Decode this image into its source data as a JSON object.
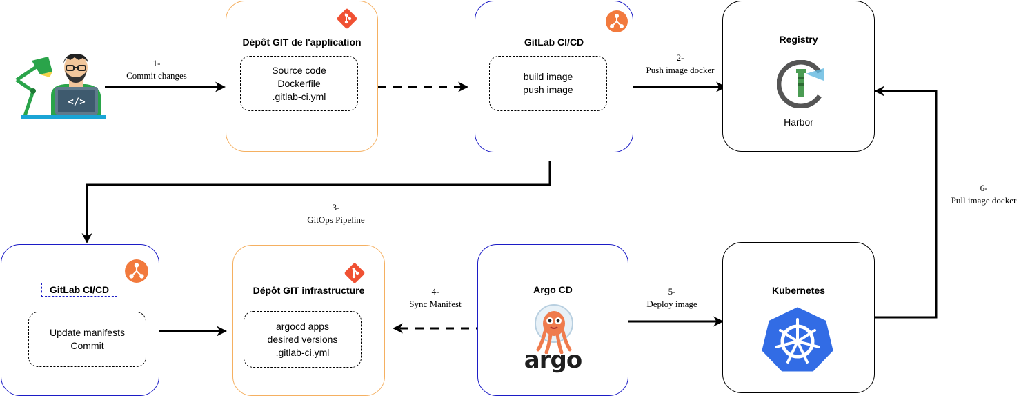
{
  "nodes": {
    "app_repo": {
      "title": "Dépôt GIT de l'application",
      "lines": [
        "Source code",
        "Dockerfile",
        ".gitlab-ci.yml"
      ]
    },
    "gitlab_ci_top": {
      "title": "GitLab CI/CD",
      "lines": [
        "build image",
        "push image"
      ]
    },
    "registry": {
      "title": "Registry",
      "caption": "Harbor"
    },
    "gitlab_ci_bottom": {
      "title": "GitLab CI/CD",
      "lines": [
        "Update manifests",
        "Commit"
      ]
    },
    "infra_repo": {
      "title": "Dépôt GIT infrastructure",
      "lines": [
        "argocd apps",
        "desired versions",
        ".gitlab-ci.yml"
      ]
    },
    "argocd": {
      "title": "Argo CD",
      "logo_text": "argo"
    },
    "kubernetes": {
      "title": "Kubernetes"
    }
  },
  "edges": [
    {
      "num": "1-",
      "label": "Commit changes"
    },
    {
      "num": "2-",
      "label": "Push image docker"
    },
    {
      "num": "3-",
      "label": "GitOps Pipeline"
    },
    {
      "num": "4-",
      "label": "Sync Manifest"
    },
    {
      "num": "5-",
      "label": "Deploy image"
    },
    {
      "num": "6-",
      "label": "Pull image docker"
    }
  ],
  "icons": {
    "developer": "developer-at-laptop-icon",
    "git": "git-icon",
    "gitlab": "gitlab-icon",
    "harbor": "harbor-logo-icon",
    "argo": "argo-octopus-icon",
    "kubernetes": "kubernetes-icon"
  },
  "colors": {
    "orange_border": "#f5b061",
    "blue_border": "#1c1cc6",
    "git_red": "#f05133",
    "gitlab_orange": "#f27a3d",
    "k8s_blue": "#326ce5",
    "argo_orange": "#ef7b4d"
  }
}
